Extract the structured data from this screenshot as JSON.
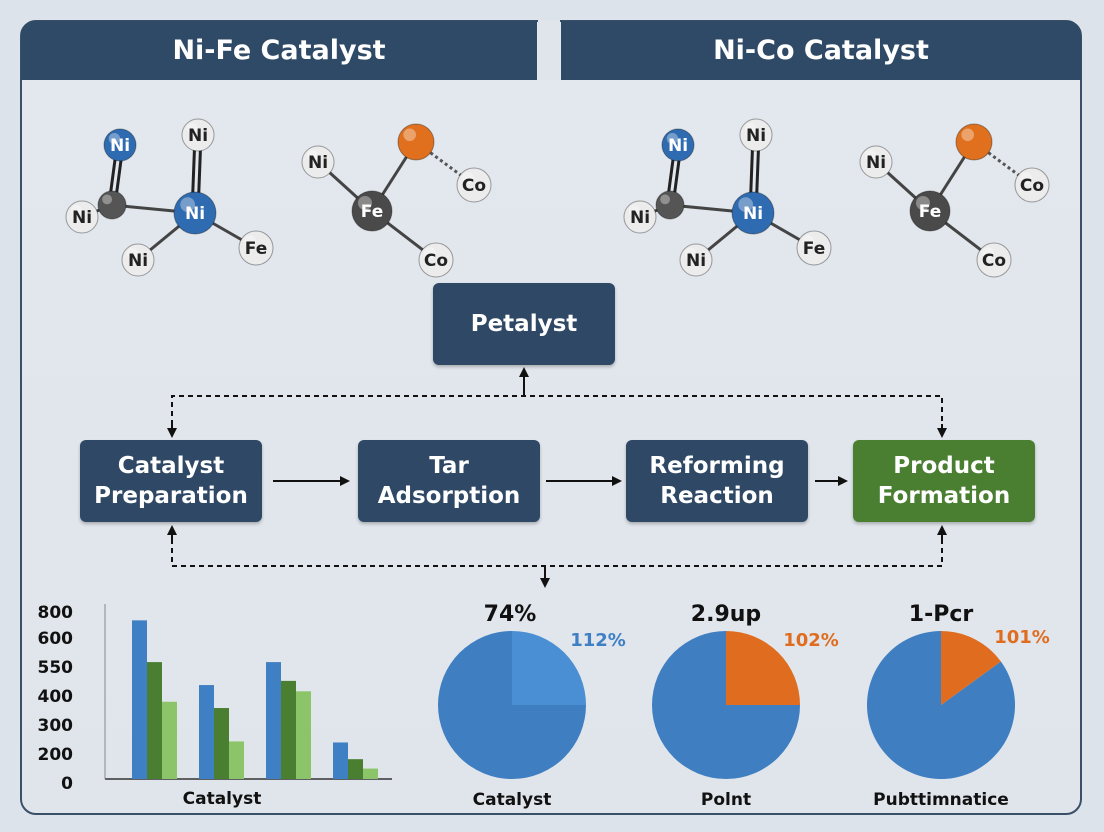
{
  "header": {
    "left_title": "Ni-Fe Catalyst",
    "right_title": "Ni-Co Catalyst"
  },
  "molecules": [
    {
      "atoms": [
        {
          "symbol": "Ni",
          "color": "#2f6bb0"
        },
        {
          "symbol": "Ni",
          "color": "#ececec"
        },
        {
          "symbol": "",
          "color": "#555555"
        },
        {
          "symbol": "Ni",
          "color": "#2f6bb0"
        },
        {
          "symbol": "Ni",
          "color": "#ececec"
        },
        {
          "symbol": "Ni",
          "color": "#ececec"
        },
        {
          "symbol": "Fe",
          "color": "#ececec"
        }
      ]
    },
    {
      "atoms": [
        {
          "symbol": "",
          "color": "#e0701d"
        },
        {
          "symbol": "Ni",
          "color": "#ececec"
        },
        {
          "symbol": "Fe",
          "color": "#4a4a4a"
        },
        {
          "symbol": "Co",
          "color": "#ececec"
        },
        {
          "symbol": "Co",
          "color": "#ececec"
        }
      ]
    },
    {
      "atoms": [
        {
          "symbol": "Ni",
          "color": "#2f6bb0"
        },
        {
          "symbol": "Ni",
          "color": "#ececec"
        },
        {
          "symbol": "",
          "color": "#555555"
        },
        {
          "symbol": "Ni",
          "color": "#2f6bb0"
        },
        {
          "symbol": "Ni",
          "color": "#ececec"
        },
        {
          "symbol": "Ni",
          "color": "#ececec"
        },
        {
          "symbol": "Fe",
          "color": "#ececec"
        }
      ]
    },
    {
      "atoms": [
        {
          "symbol": "",
          "color": "#e0701d"
        },
        {
          "symbol": "Ni",
          "color": "#ececec"
        },
        {
          "symbol": "Fe",
          "color": "#4a4a4a"
        },
        {
          "symbol": "Co",
          "color": "#ececec"
        },
        {
          "symbol": "Co",
          "color": "#ececec"
        }
      ]
    }
  ],
  "flow": {
    "top": "Petalyst",
    "steps": [
      {
        "line1": "Catalyst",
        "line2": "Preparation"
      },
      {
        "line1": "Tar",
        "line2": "Adsorption"
      },
      {
        "line1": "Reforming",
        "line2": "Reaction"
      },
      {
        "line1": "Product",
        "line2": "Formation"
      }
    ]
  },
  "chart_data": [
    {
      "type": "bar",
      "title": "",
      "xlabel": "Catalyst",
      "ylabel": "",
      "ytick_labels": [
        "800",
        "600",
        "550",
        "400",
        "300",
        "200",
        "0"
      ],
      "categories": [
        "",
        "",
        "",
        ""
      ],
      "series": [
        {
          "color": "#3f7fc4",
          "values": [
            760,
            450,
            560,
            175
          ]
        },
        {
          "color": "#4a7f32",
          "values": [
            560,
            340,
            470,
            95
          ]
        },
        {
          "color": "#8cc46a",
          "values": [
            370,
            180,
            420,
            50
          ]
        }
      ]
    },
    {
      "type": "pie",
      "title": "74%",
      "xlabel": "Catalyst",
      "annotation": "112%",
      "annotation_color": "#3f7fc4",
      "slices": [
        {
          "value": 75,
          "color": "#3f7ec1"
        },
        {
          "value": 25,
          "color": "#4a8fd4"
        }
      ]
    },
    {
      "type": "pie",
      "title": "2.9up",
      "xlabel": "Polnt",
      "annotation": "102%",
      "annotation_color": "#e06d1f",
      "slices": [
        {
          "value": 75,
          "color": "#3f7ec1"
        },
        {
          "value": 25,
          "color": "#e06d1f"
        }
      ]
    },
    {
      "type": "pie",
      "title": "1-Pcr",
      "xlabel": "Pubttimnatice",
      "annotation": "101%",
      "annotation_color": "#e06d1f",
      "slices": [
        {
          "value": 85,
          "color": "#3f7ec1"
        },
        {
          "value": 15,
          "color": "#e06d1f"
        }
      ]
    }
  ]
}
